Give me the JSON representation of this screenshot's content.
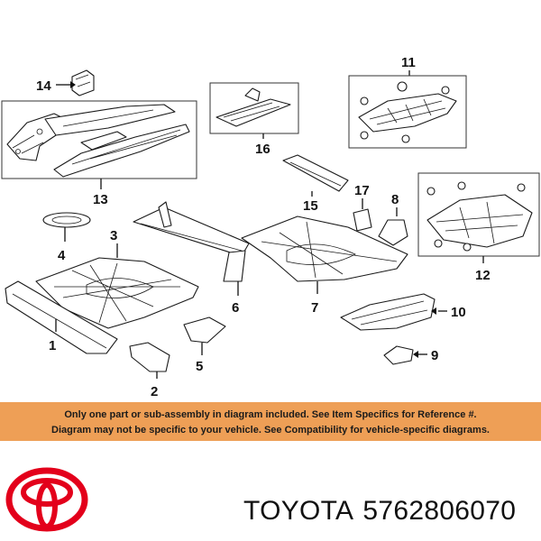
{
  "callouts": {
    "c1": "1",
    "c2": "2",
    "c3": "3",
    "c4": "4",
    "c5": "5",
    "c6": "6",
    "c7": "7",
    "c8": "8",
    "c9": "9",
    "c10": "10",
    "c11": "11",
    "c12": "12",
    "c13": "13",
    "c14": "14",
    "c15": "15",
    "c16": "16",
    "c17": "17"
  },
  "disclaimer": {
    "line1": "Only one part or sub-assembly in diagram included. See Item Specifics for Reference #.",
    "line2": "Diagram may not be specific to your vehicle. See Compatibility for vehicle-specific diagrams.",
    "background": "#ee9f56"
  },
  "footer": {
    "brand": "TOYOTA",
    "part_number": "5762806070",
    "logo_icon": "toyota-logo-icon",
    "logo_color": "#e3001b"
  }
}
